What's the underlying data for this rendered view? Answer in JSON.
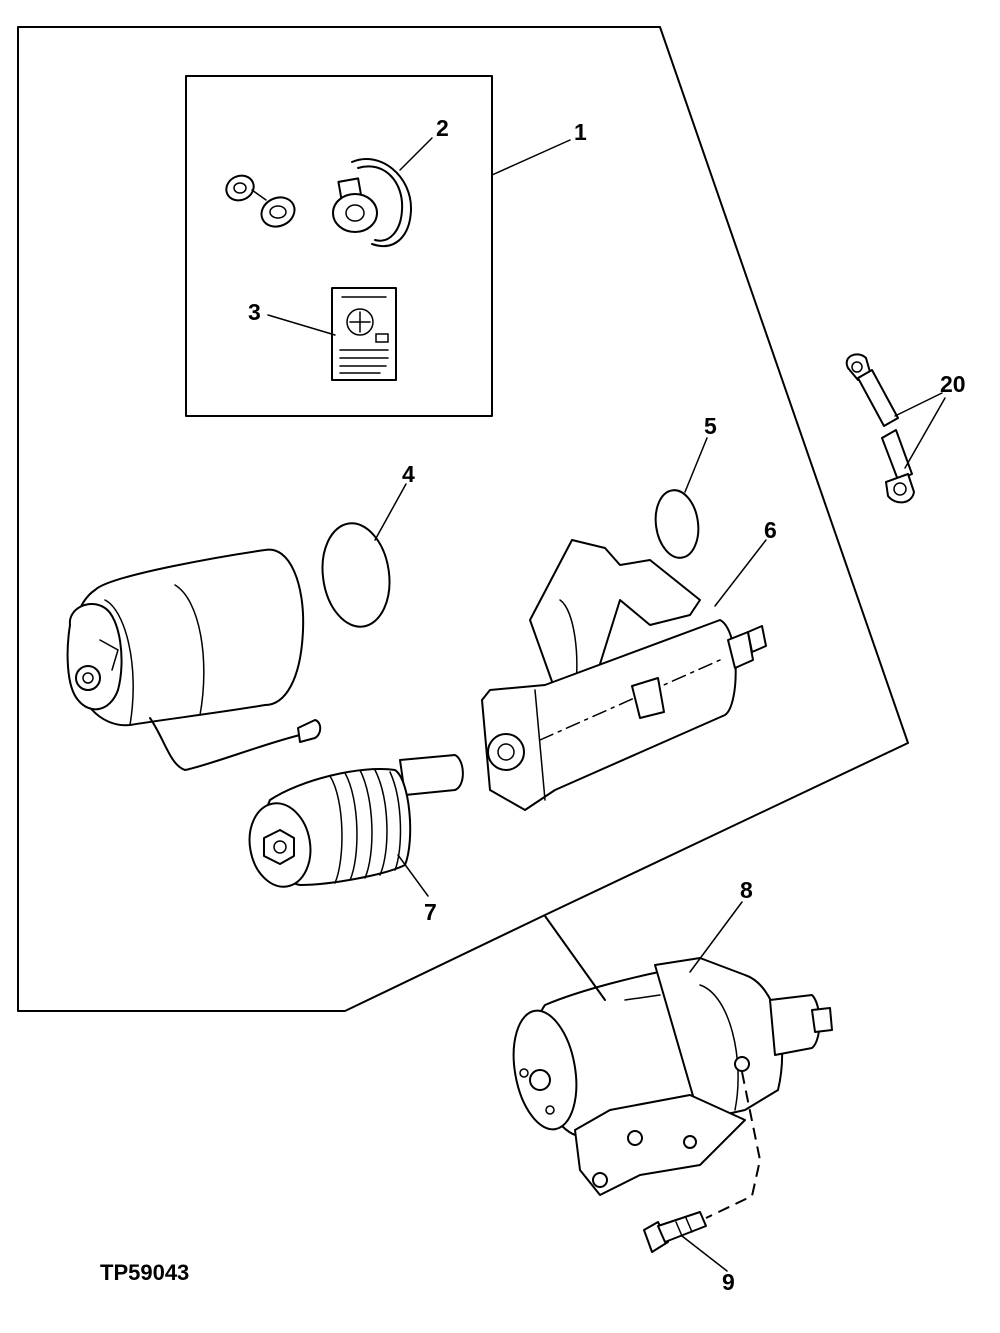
{
  "diagram": {
    "figure_id": "TP59043",
    "callouts": [
      "1",
      "2",
      "3",
      "4",
      "5",
      "6",
      "7",
      "8",
      "9",
      "20"
    ],
    "parts": [
      {
        "callout": "1",
        "icon": "repair-kit-icon"
      },
      {
        "callout": "2",
        "icon": "clamp-ring-icon"
      },
      {
        "callout": "3",
        "icon": "instruction-sheet-icon"
      },
      {
        "callout": "4",
        "icon": "o-ring-icon"
      },
      {
        "callout": "5",
        "icon": "o-ring-icon"
      },
      {
        "callout": "6",
        "icon": "starter-housing-icon"
      },
      {
        "callout": "7",
        "icon": "drive-pinion-icon"
      },
      {
        "callout": "8",
        "icon": "starter-motor-icon"
      },
      {
        "callout": "9",
        "icon": "bolt-icon"
      },
      {
        "callout": "20",
        "icon": "ground-strap-icon"
      }
    ]
  }
}
